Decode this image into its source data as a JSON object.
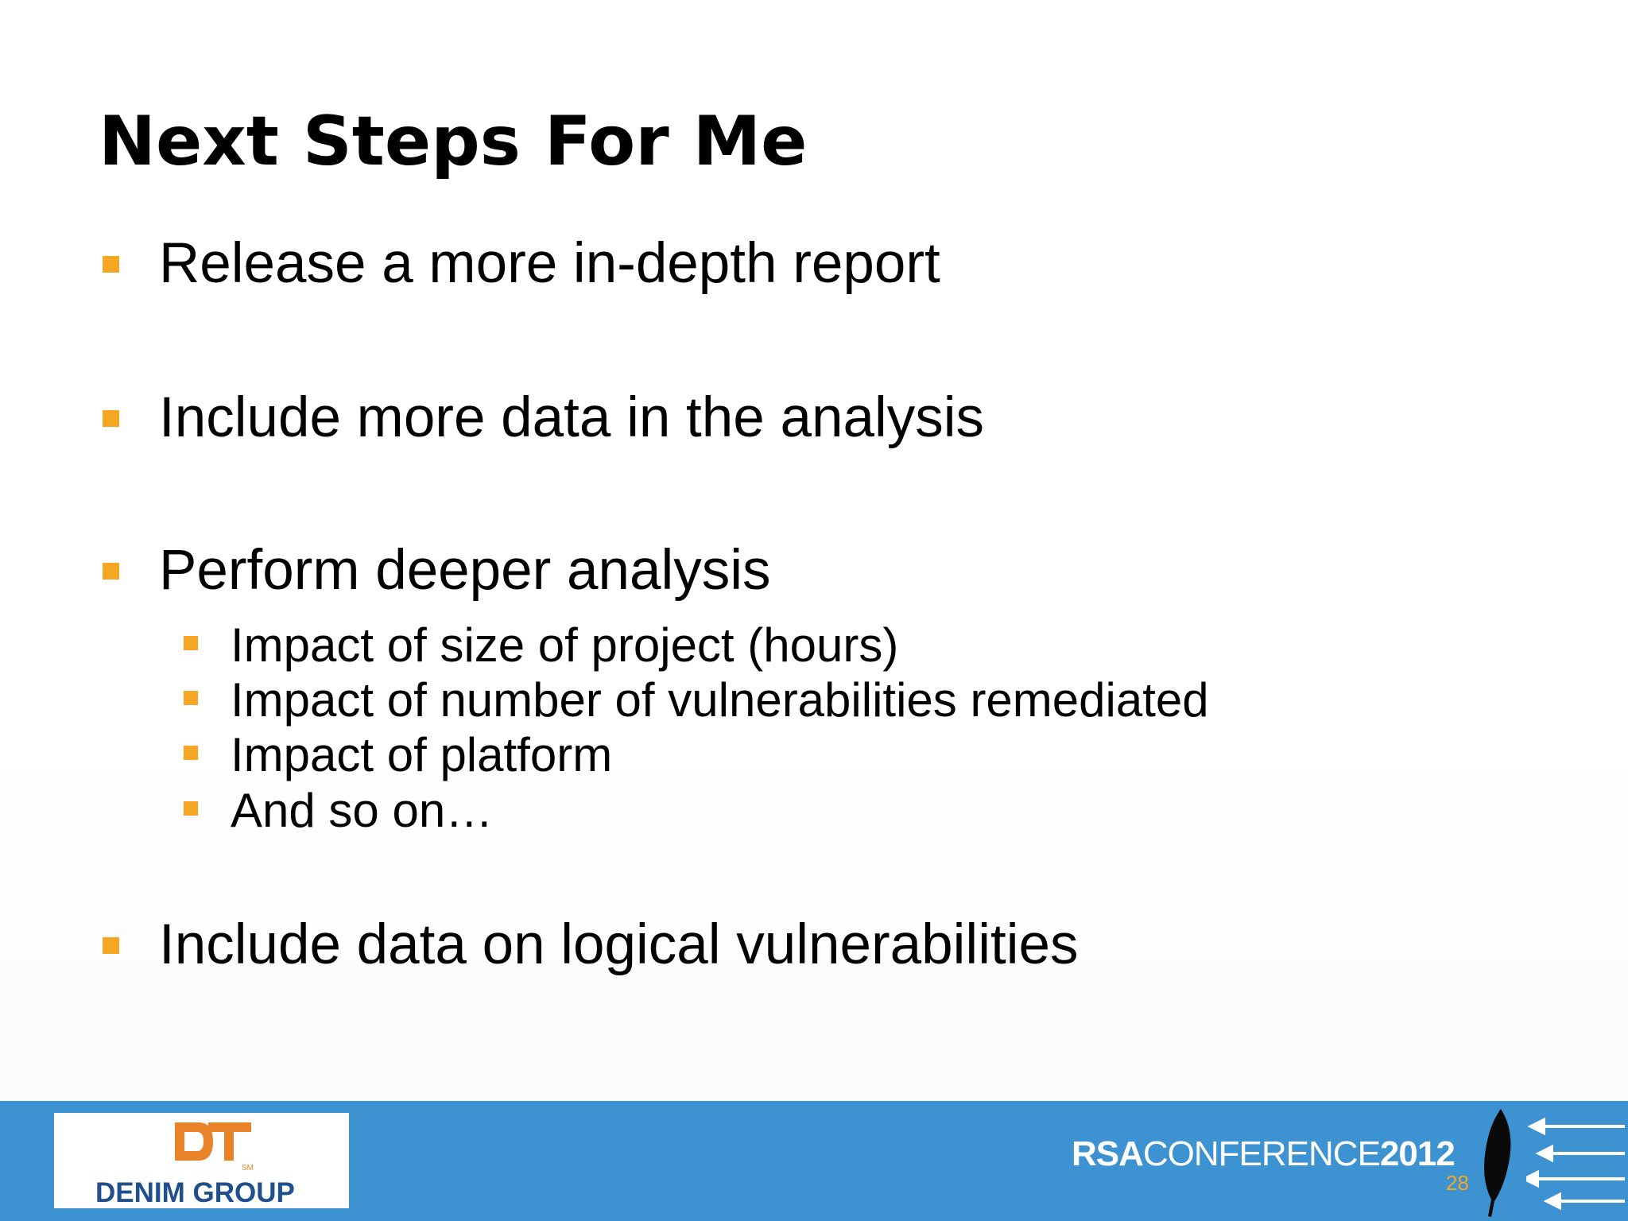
{
  "slide": {
    "title": "Next Steps For Me",
    "bullets": [
      {
        "text": "Release a more in-depth report"
      },
      {
        "text": "Include more data in the analysis"
      },
      {
        "text": "Perform deeper analysis"
      },
      {
        "text": "Include data on logical vulnerabilities"
      }
    ],
    "sub_bullets": [
      {
        "text": "Impact of size of project (hours)"
      },
      {
        "text": "Impact of number of vulnerabilities remediated"
      },
      {
        "text": "Impact of platform"
      },
      {
        "text": "And so on…"
      }
    ]
  },
  "footer": {
    "logo_text": "DENIM GROUP",
    "logo_sm": "SM",
    "conference_rsa": "RSA",
    "conference_name": "CONFERENCE",
    "conference_year": "2012",
    "page_number": "28"
  },
  "colors": {
    "bullet": "#f5a623",
    "footer_bg": "#3d92d2",
    "logo_orange": "#e8832a",
    "logo_blue": "#1f4f8c"
  }
}
